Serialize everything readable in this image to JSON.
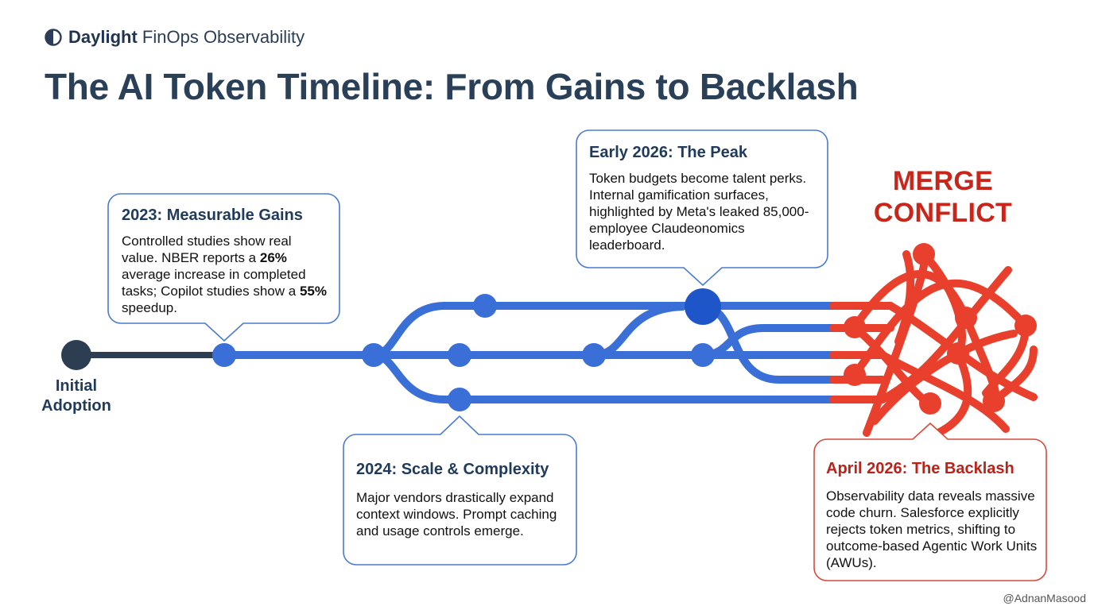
{
  "header": {
    "brand_strong": "Daylight",
    "brand_rest": "FinOps Observability",
    "title": "The AI Token Timeline: From Gains to Backlash"
  },
  "diagram": {
    "origin_label": "Initial Adoption",
    "merge_label": "MERGE CONFLICT",
    "colors": {
      "origin": "#2d3e52",
      "branch": "#3a6fd8",
      "peak": "#1e55c8",
      "conflict": "#e8402c",
      "callout_border": "#4a7bd0",
      "alert_border": "#d64a3a",
      "title_text": "#2a3f58",
      "alert_text": "#c8261b"
    }
  },
  "callouts": {
    "gains": {
      "title": "2023: Measurable Gains",
      "p1": "Controlled studies show real value. NBER reports a ",
      "b1": "26%",
      "p2": " average increase in completed tasks; Copilot studies show a ",
      "b2": "55%",
      "p3": " speedup."
    },
    "scale": {
      "title": "2024: Scale & Complexity",
      "body": "Major vendors drastically expand context windows. Prompt caching and usage controls emerge."
    },
    "peak": {
      "title": "Early 2026: The Peak",
      "body": "Token budgets become talent perks. Internal gamification surfaces, highlighted by Meta's leaked 85,000-employee Claudeonomics leaderboard."
    },
    "backlash": {
      "title": "April 2026: The Backlash",
      "body": "Observability data reveals massive code churn. Salesforce explicitly rejects token metrics, shifting to outcome-based Agentic Work Units (AWUs)."
    }
  },
  "footer": {
    "watermark": "@AdnanMasood"
  }
}
